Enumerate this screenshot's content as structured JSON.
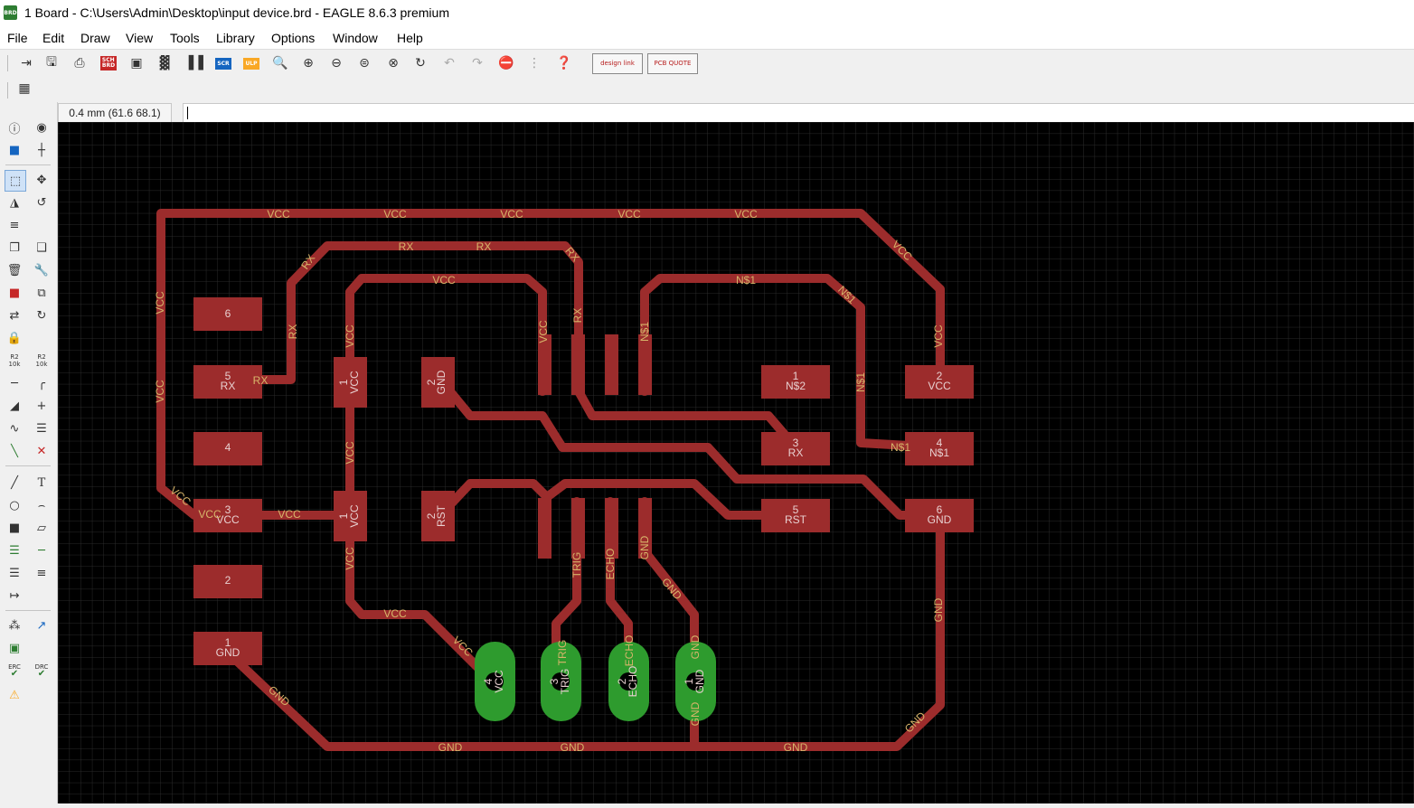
{
  "window": {
    "title": "1 Board - C:\\Users\\Admin\\Desktop\\input device.brd - EAGLE 8.6.3 premium",
    "app_icon": "BRD"
  },
  "menu": [
    "File",
    "Edit",
    "Draw",
    "View",
    "Tools",
    "Library",
    "Options",
    "Window",
    "Help"
  ],
  "toolbar": {
    "sch_brd": "SCH\nBRD",
    "scr": "SCR",
    "ulp": "ULP",
    "design_link": "design link",
    "pcb_quote": "PCB QUOTE"
  },
  "status": {
    "coordinate": "0.4 mm (61.6 68.1)",
    "command": ""
  },
  "left_tools": {
    "erc": "ERC",
    "drc": "DRC",
    "value_r2": "R2",
    "value_10k": "10k",
    "value_r2b": "R2",
    "value_10kb": "10k"
  },
  "board": {
    "pads": [
      {
        "num": "6",
        "name": ""
      },
      {
        "num": "5",
        "name": "RX"
      },
      {
        "num": "4",
        "name": ""
      },
      {
        "num": "3",
        "name": "VCC"
      },
      {
        "num": "2",
        "name": ""
      },
      {
        "num": "1",
        "name": "GND"
      },
      {
        "num": "1",
        "name": "VCC"
      },
      {
        "num": "2",
        "name": "GND"
      },
      {
        "num": "1",
        "name": "VCC"
      },
      {
        "num": "2",
        "name": "RST"
      },
      {
        "num": "1",
        "name": "N$2"
      },
      {
        "num": "3",
        "name": "RX"
      },
      {
        "num": "5",
        "name": "RST"
      },
      {
        "num": "2",
        "name": "VCC"
      },
      {
        "num": "4",
        "name": "N$1"
      },
      {
        "num": "6",
        "name": "GND"
      }
    ],
    "header_pins": [
      {
        "num": "4",
        "name": "VCC"
      },
      {
        "num": "3",
        "name": "TRIG"
      },
      {
        "num": "2",
        "name": "ECHO"
      },
      {
        "num": "1",
        "name": "GND"
      }
    ],
    "signals": {
      "vcc": "VCC",
      "rx": "RX",
      "n1": "N$1",
      "gnd": "GND",
      "trig": "TRIG",
      "echo": "ECHO"
    }
  },
  "colors": {
    "trace": "#9c2c2c",
    "pad": "#9c2c2c",
    "thru": "#2e9b2e",
    "label": "#d7b56a",
    "canvas": "#000000",
    "grid": "#2a2a2a"
  }
}
